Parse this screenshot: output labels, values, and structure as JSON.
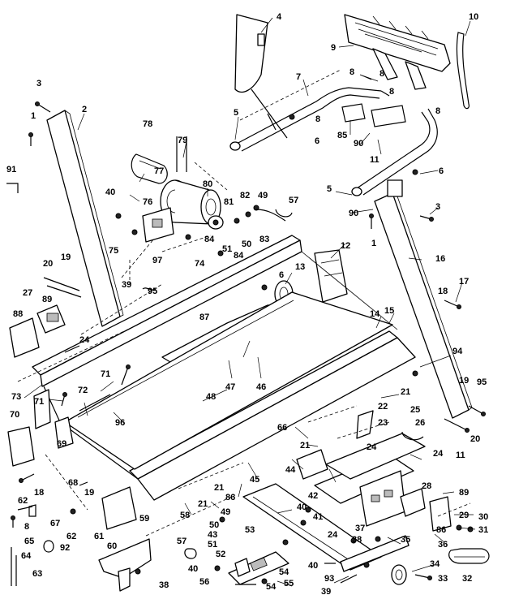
{
  "diagram": {
    "callouts": [
      {
        "id": "c-4",
        "text": "4"
      },
      {
        "id": "c-10",
        "text": "10"
      },
      {
        "id": "c-9",
        "text": "9"
      },
      {
        "id": "c-8a",
        "text": "8"
      },
      {
        "id": "c-8b",
        "text": "8"
      },
      {
        "id": "c-8c",
        "text": "8"
      },
      {
        "id": "c-8d",
        "text": "8"
      },
      {
        "id": "c-8e",
        "text": "8"
      },
      {
        "id": "c-7",
        "text": "7"
      },
      {
        "id": "c-3a",
        "text": "3"
      },
      {
        "id": "c-2",
        "text": "2"
      },
      {
        "id": "c-1a",
        "text": "1"
      },
      {
        "id": "c-5a",
        "text": "5"
      },
      {
        "id": "c-85",
        "text": "85"
      },
      {
        "id": "c-90a",
        "text": "90"
      },
      {
        "id": "c-11a",
        "text": "11"
      },
      {
        "id": "c-6a",
        "text": "6"
      },
      {
        "id": "c-6b",
        "text": "6"
      },
      {
        "id": "c-78a",
        "text": "78"
      },
      {
        "id": "c-79",
        "text": "79"
      },
      {
        "id": "c-91",
        "text": "91"
      },
      {
        "id": "c-77",
        "text": "77"
      },
      {
        "id": "c-40a",
        "text": "40"
      },
      {
        "id": "c-76",
        "text": "76"
      },
      {
        "id": "c-80",
        "text": "80"
      },
      {
        "id": "c-81",
        "text": "81"
      },
      {
        "id": "c-82",
        "text": "82"
      },
      {
        "id": "c-49a",
        "text": "49"
      },
      {
        "id": "c-57a",
        "text": "57"
      },
      {
        "id": "c-5b",
        "text": "5"
      },
      {
        "id": "c-90b",
        "text": "90"
      },
      {
        "id": "c-3b",
        "text": "3"
      },
      {
        "id": "c-1b",
        "text": "1"
      },
      {
        "id": "c-75",
        "text": "75"
      },
      {
        "id": "c-84a",
        "text": "84"
      },
      {
        "id": "c-50a",
        "text": "50"
      },
      {
        "id": "c-83",
        "text": "83"
      },
      {
        "id": "c-51a",
        "text": "51"
      },
      {
        "id": "c-97",
        "text": "97"
      },
      {
        "id": "c-74",
        "text": "74"
      },
      {
        "id": "c-84b",
        "text": "84"
      },
      {
        "id": "c-12",
        "text": "12"
      },
      {
        "id": "c-16",
        "text": "16"
      },
      {
        "id": "c-20a",
        "text": "20"
      },
      {
        "id": "c-19a",
        "text": "19"
      },
      {
        "id": "c-39a",
        "text": "39"
      },
      {
        "id": "c-95a",
        "text": "95"
      },
      {
        "id": "c-6c",
        "text": "6"
      },
      {
        "id": "c-13",
        "text": "13"
      },
      {
        "id": "c-17",
        "text": "17"
      },
      {
        "id": "c-27",
        "text": "27"
      },
      {
        "id": "c-89a",
        "text": "89"
      },
      {
        "id": "c-18a",
        "text": "18"
      },
      {
        "id": "c-88",
        "text": "88"
      },
      {
        "id": "c-87",
        "text": "87"
      },
      {
        "id": "c-14",
        "text": "14"
      },
      {
        "id": "c-15",
        "text": "15"
      },
      {
        "id": "c-24a",
        "text": "24"
      },
      {
        "id": "c-94",
        "text": "94"
      },
      {
        "id": "c-71a",
        "text": "71"
      },
      {
        "id": "c-47",
        "text": "47"
      },
      {
        "id": "c-46",
        "text": "46"
      },
      {
        "id": "c-73",
        "text": "73"
      },
      {
        "id": "c-48",
        "text": "48"
      },
      {
        "id": "c-21a",
        "text": "21"
      },
      {
        "id": "c-19b",
        "text": "19"
      },
      {
        "id": "c-95b",
        "text": "95"
      },
      {
        "id": "c-71b",
        "text": "71"
      },
      {
        "id": "c-72",
        "text": "72"
      },
      {
        "id": "c-22",
        "text": "22"
      },
      {
        "id": "c-25",
        "text": "25"
      },
      {
        "id": "c-70",
        "text": "70"
      },
      {
        "id": "c-96",
        "text": "96"
      },
      {
        "id": "c-23",
        "text": "23"
      },
      {
        "id": "c-26",
        "text": "26"
      },
      {
        "id": "c-20b",
        "text": "20"
      },
      {
        "id": "c-66",
        "text": "66"
      },
      {
        "id": "c-11b",
        "text": "11"
      },
      {
        "id": "c-69",
        "text": "69"
      },
      {
        "id": "c-21b",
        "text": "21"
      },
      {
        "id": "c-24b",
        "text": "24"
      },
      {
        "id": "c-24c",
        "text": "24"
      },
      {
        "id": "c-44",
        "text": "44"
      },
      {
        "id": "c-45",
        "text": "45"
      },
      {
        "id": "c-62a",
        "text": "62"
      },
      {
        "id": "c-18b",
        "text": "18"
      },
      {
        "id": "c-68",
        "text": "68"
      },
      {
        "id": "c-21c",
        "text": "21"
      },
      {
        "id": "c-42",
        "text": "42"
      },
      {
        "id": "c-28",
        "text": "28"
      },
      {
        "id": "c-89b",
        "text": "89"
      },
      {
        "id": "c-19c",
        "text": "19"
      },
      {
        "id": "c-86",
        "text": "86"
      },
      {
        "id": "c-21d",
        "text": "21"
      },
      {
        "id": "c-58",
        "text": "58"
      },
      {
        "id": "c-8f",
        "text": "8"
      },
      {
        "id": "c-67",
        "text": "67"
      },
      {
        "id": "c-62b",
        "text": "62"
      },
      {
        "id": "c-61",
        "text": "61"
      },
      {
        "id": "c-59",
        "text": "59"
      },
      {
        "id": "c-49b",
        "text": "49"
      },
      {
        "id": "c-40b",
        "text": "40"
      },
      {
        "id": "c-41",
        "text": "41"
      },
      {
        "id": "c-37",
        "text": "37"
      },
      {
        "id": "c-24d",
        "text": "24"
      },
      {
        "id": "c-29",
        "text": "29"
      },
      {
        "id": "c-30",
        "text": "30"
      },
      {
        "id": "c-65",
        "text": "65"
      },
      {
        "id": "c-92",
        "text": "92"
      },
      {
        "id": "c-50b",
        "text": "50"
      },
      {
        "id": "c-43",
        "text": "43"
      },
      {
        "id": "c-51b",
        "text": "51"
      },
      {
        "id": "c-52",
        "text": "52"
      },
      {
        "id": "c-53",
        "text": "53"
      },
      {
        "id": "c-38a",
        "text": "38"
      },
      {
        "id": "c-35",
        "text": "35"
      },
      {
        "id": "c-86b",
        "text": "86"
      },
      {
        "id": "c-31",
        "text": "31"
      },
      {
        "id": "c-36",
        "text": "36"
      },
      {
        "id": "c-57b",
        "text": "57"
      },
      {
        "id": "c-60",
        "text": "60"
      },
      {
        "id": "c-64",
        "text": "64"
      },
      {
        "id": "c-40c",
        "text": "40"
      },
      {
        "id": "c-40d",
        "text": "40"
      },
      {
        "id": "c-54a",
        "text": "54"
      },
      {
        "id": "c-34",
        "text": "34"
      },
      {
        "id": "c-32",
        "text": "32"
      },
      {
        "id": "c-63",
        "text": "63"
      },
      {
        "id": "c-38b",
        "text": "38"
      },
      {
        "id": "c-56",
        "text": "56"
      },
      {
        "id": "c-54b",
        "text": "54"
      },
      {
        "id": "c-55",
        "text": "55"
      },
      {
        "id": "c-93",
        "text": "93"
      },
      {
        "id": "c-33",
        "text": "33"
      },
      {
        "id": "c-39b",
        "text": "39"
      }
    ]
  }
}
